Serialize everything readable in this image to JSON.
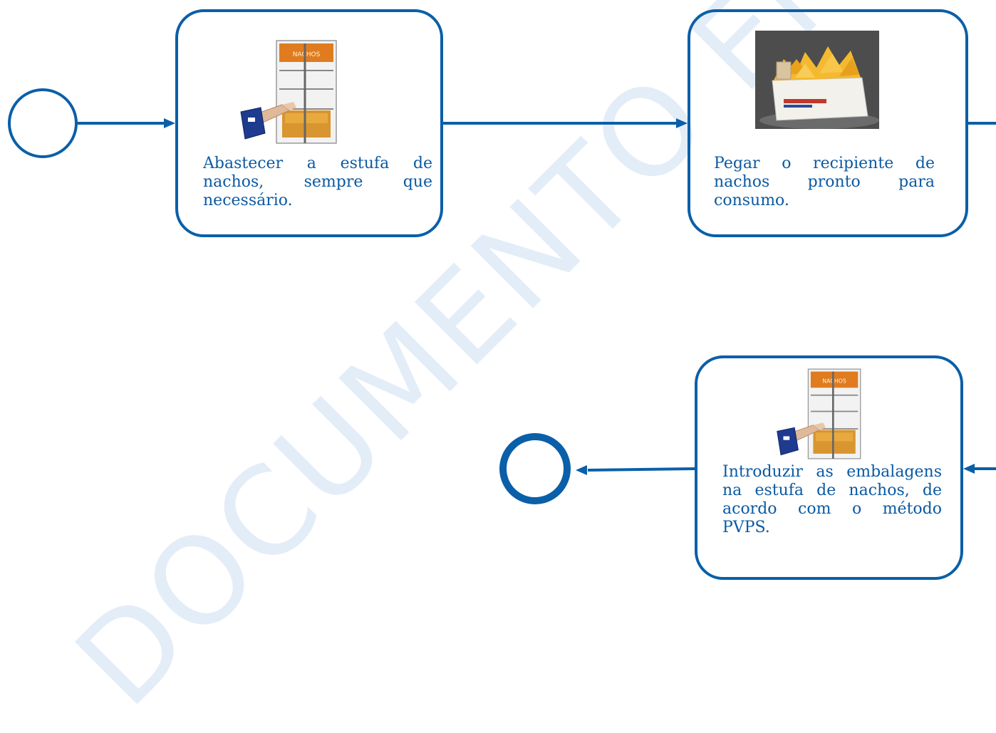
{
  "watermark": "DOCUMENTO EN REVISIÓN",
  "colors": {
    "stroke": "#0a5fa8",
    "text": "#0b5aa3",
    "watermark": "#e3edf8"
  },
  "tasks": [
    {
      "label": "Abastecer a estufa de nachos, sempre que necessário.",
      "image": "nacho-warmer-filling-photo"
    },
    {
      "label": "Pegar o recipiente de nachos pronto para consumo.",
      "image": "nachos-tray-photo"
    },
    {
      "label": "Introduzir as embalagens na estufa de nachos, de acordo com o método PVPS.",
      "image": "nacho-warmer-filling-photo"
    }
  ],
  "events": {
    "start": "start-event",
    "end": "end-event"
  }
}
